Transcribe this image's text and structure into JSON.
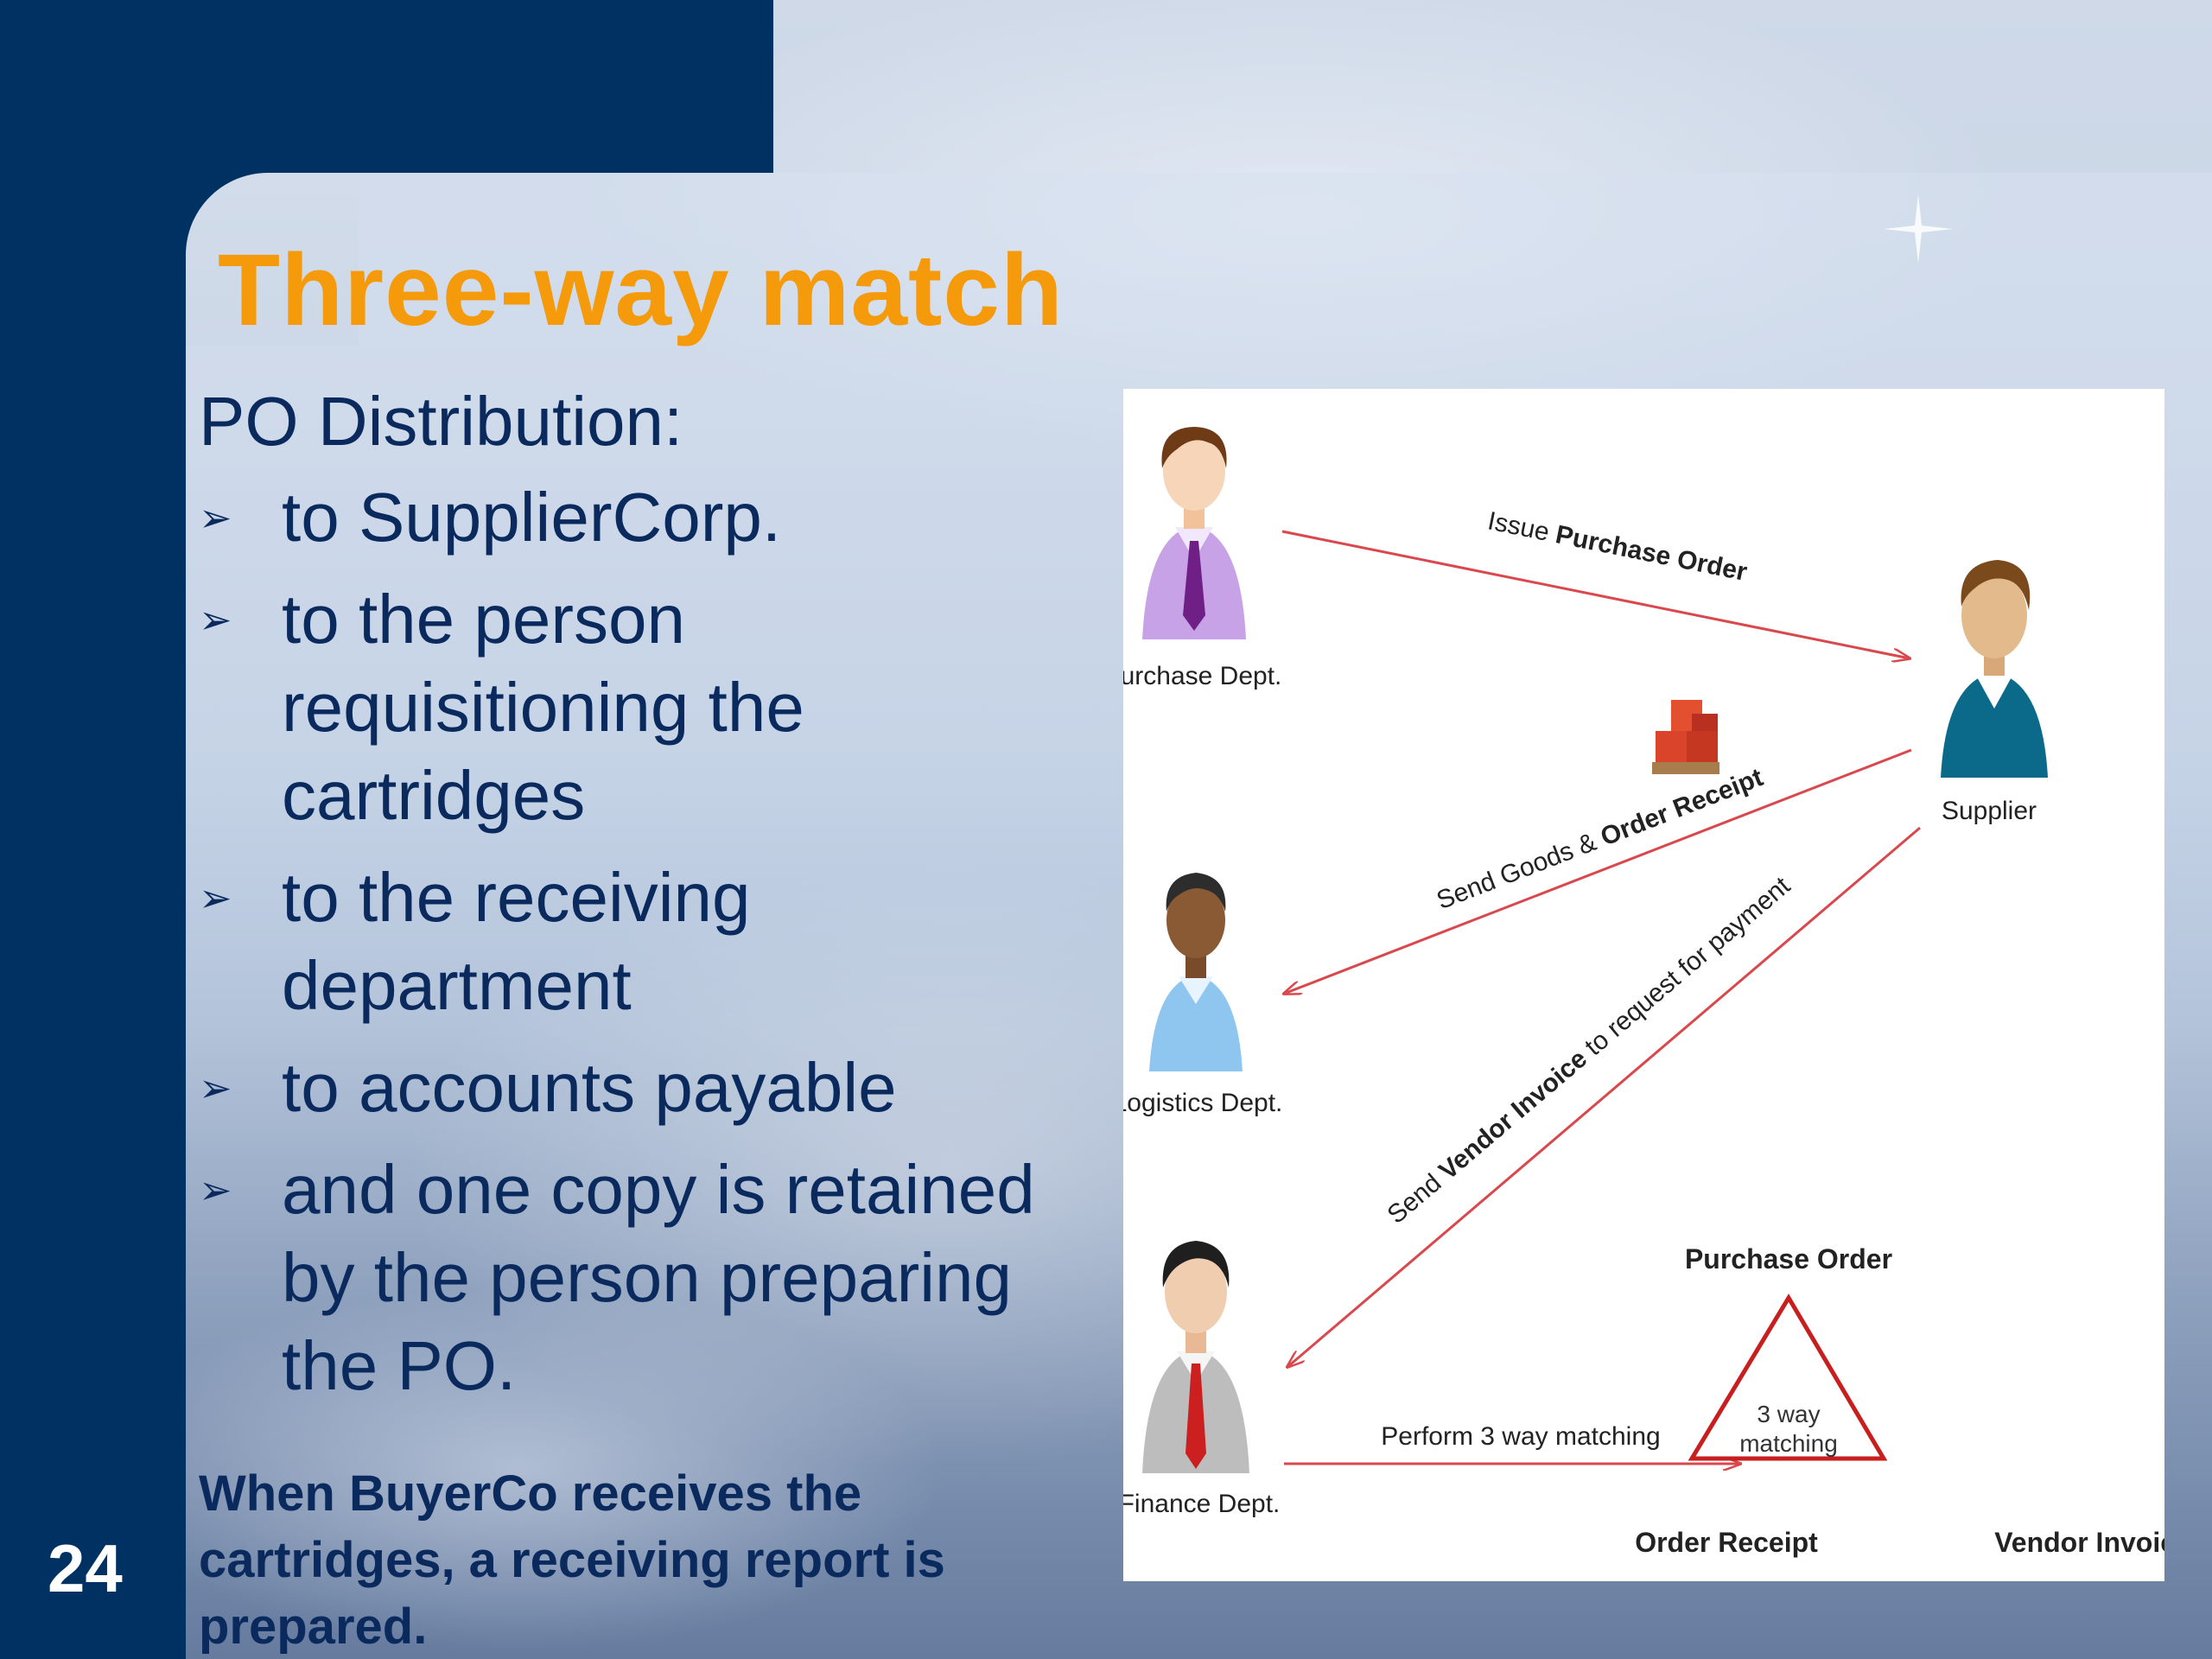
{
  "slide": {
    "title": "Three-way match",
    "heading": "PO Distribution:",
    "bullets": [
      {
        "text": "to SupplierCorp."
      },
      {
        "text": "to the person requisitioning the cartridges"
      },
      {
        "text": "to the receiving department"
      },
      {
        "text": "to accounts payable"
      },
      {
        "text": "and one copy is retained by the person preparing the PO."
      }
    ],
    "note": "When BuyerCo receives the cartridges, a receiving report is prepared.",
    "slide_number": "24"
  },
  "diagram": {
    "actors": {
      "purchase": "Purchase Dept.",
      "supplier": "Supplier",
      "logistics": "Logistics Dept.",
      "finance": "Finance Dept."
    },
    "flows": {
      "issue_po_prefix": "Issue ",
      "issue_po_bold": "Purchase Order",
      "send_goods_prefix": "Send Goods & ",
      "send_goods_bold": "Order Receipt",
      "send_invoice_prefix": "Send ",
      "send_invoice_bold": "Vendor Invoice",
      "send_invoice_suffix": " to request for payment",
      "perform_matching": "Perform 3 way matching"
    },
    "triangle": {
      "top": "Purchase Order",
      "left": "Order Receipt",
      "right": "Vendor Invoice",
      "center_line1": "3 way",
      "center_line2": "matching"
    }
  },
  "colors": {
    "navy": "#003163",
    "title_orange": "#f59a0a",
    "body_text": "#0a2a5e",
    "arrow_red": "#d9484c",
    "triangle_red": "#c81e1e"
  }
}
